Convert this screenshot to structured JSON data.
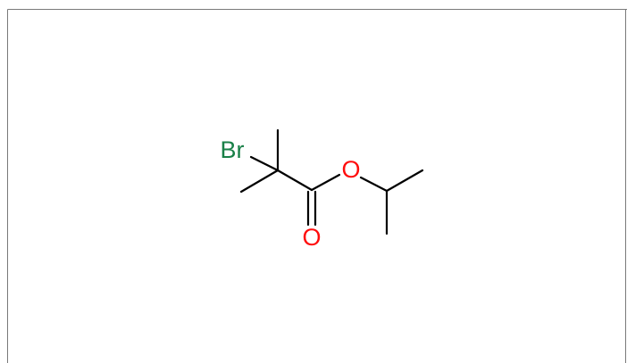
{
  "molecule": {
    "atoms": {
      "bromine": {
        "symbol": "Br",
        "color": "#1a8048"
      },
      "ester_oxygen": {
        "symbol": "O",
        "color": "#ff0d0d"
      },
      "carbonyl_oxygen": {
        "symbol": "O",
        "color": "#ff0d0d"
      }
    },
    "bond_color": "#000000",
    "frame_color": "#7a7a7a"
  }
}
